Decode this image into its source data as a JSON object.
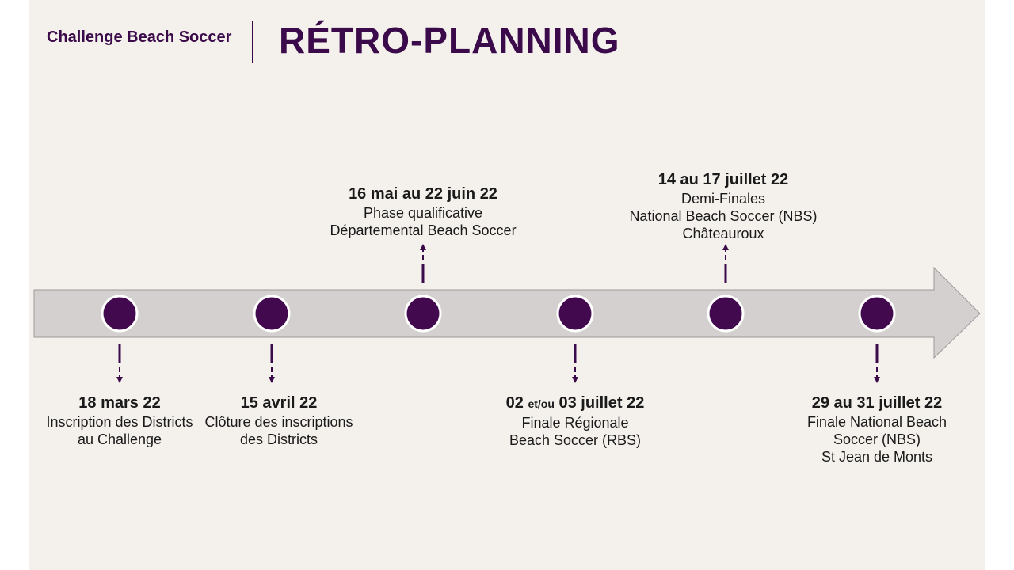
{
  "header": {
    "subtitle": "Challenge Beach Soccer",
    "title": "RÉTRO-PLANNING"
  },
  "colors": {
    "primary": "#3b0a4a",
    "arrow_fill": "#d3d0cf",
    "arrow_stroke": "#9a9a9a",
    "background": "#f4f1ec"
  },
  "milestones": [
    {
      "position": "below",
      "date": "18 mars  22",
      "lines": [
        "Inscription des Districts",
        "au Challenge"
      ]
    },
    {
      "position": "below",
      "date": "15 avril  22",
      "lines": [
        "Clôture des inscriptions",
        "des Districts"
      ]
    },
    {
      "position": "above",
      "date": "16 mai au 22 juin 22",
      "lines": [
        "Phase qualificative",
        "Départemental Beach Soccer"
      ]
    },
    {
      "position": "below",
      "date_part1": "02",
      "date_small": "et/ou",
      "date_part2": "03 juillet 22",
      "lines": [
        "Finale Régionale",
        "Beach Soccer (RBS)"
      ]
    },
    {
      "position": "above",
      "date": "14 au 17 juillet 22",
      "lines": [
        "Demi-Finales",
        "National Beach Soccer (NBS)",
        "Châteauroux"
      ]
    },
    {
      "position": "below",
      "date": "29 au 31 juillet 22",
      "lines": [
        "Finale National Beach",
        "Soccer (NBS)",
        "St Jean de Monts"
      ]
    }
  ]
}
